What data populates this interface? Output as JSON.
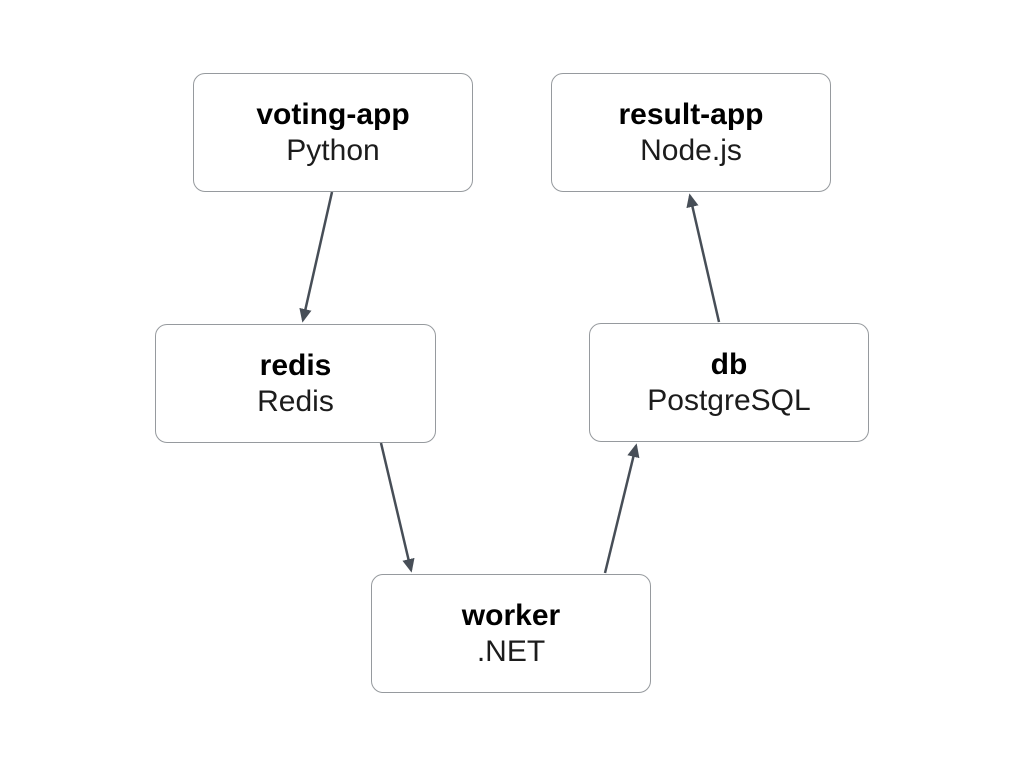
{
  "diagram": {
    "colors": {
      "edge": "#474e57",
      "node-border": "#969a9e",
      "node-bg": "#ffffff",
      "node-text": "#000000",
      "canvas-bg": "#ffffff"
    },
    "nodes": [
      {
        "id": "voting-app",
        "title": "voting-app",
        "subtitle": "Python"
      },
      {
        "id": "result-app",
        "title": "result-app",
        "subtitle": "Node.js"
      },
      {
        "id": "redis",
        "title": "redis",
        "subtitle": "Redis"
      },
      {
        "id": "db",
        "title": "db",
        "subtitle": "PostgreSQL"
      },
      {
        "id": "worker",
        "title": "worker",
        "subtitle": ".NET"
      }
    ],
    "edges": [
      {
        "from": "voting-app",
        "to": "redis"
      },
      {
        "from": "redis",
        "to": "worker"
      },
      {
        "from": "worker",
        "to": "db"
      },
      {
        "from": "db",
        "to": "result-app"
      }
    ]
  }
}
